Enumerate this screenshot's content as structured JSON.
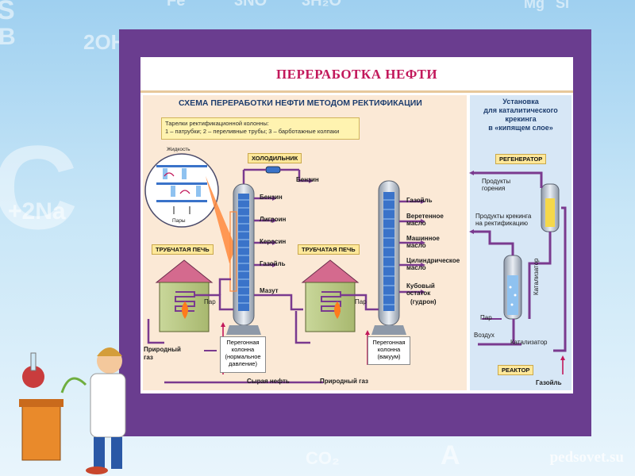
{
  "title": "ПЕРЕРАБОТКА НЕФТИ",
  "subtitle_left": "СХЕМА ПЕРЕРАБОТКИ НЕФТИ МЕТОДОМ РЕКТИФИКАЦИИ",
  "subtitle_right": [
    "Установка",
    "для каталитического",
    "крекинга",
    "в «кипящем слое»"
  ],
  "trays_legend": [
    "Тарелки ректификационной колонны:",
    "1 – патрубки; 2 – переливные трубы; 3 – барботажные колпаки"
  ],
  "trays_labels": {
    "liquid": "Жидкость",
    "vapors": "Пары"
  },
  "condenser_label": "ХОЛОДИЛЬНИК",
  "furnace_label_1": "ТРУБЧАТАЯ ПЕЧЬ",
  "furnace_label_2": "ТРУБЧАТАЯ ПЕЧЬ",
  "column1_outputs": [
    "Бензин",
    "Лигроин",
    "Керосин",
    "Газойль",
    "Мазут"
  ],
  "column2_outputs": [
    "Газойль",
    "Веретенное масло",
    "Машинное масло",
    "Цилиндрическое масло",
    "Кубовый остаток",
    "(гудрон)"
  ],
  "steam_label_1": "Пар",
  "steam_label_2": "Пар",
  "column1_caption": [
    "Перегонная",
    "колонна",
    "(нормальное",
    "давление)"
  ],
  "column2_caption": [
    "Перегонная",
    "колонна",
    "(вакуум)"
  ],
  "natural_gas_1": "Природный газ",
  "natural_gas_2": "Природный газ",
  "crude_oil": "Сырая нефть",
  "regenerator_label": "РЕГЕНЕРАТОР",
  "reactor_label": "РЕАКТОР",
  "combustion_products": "Продукты горения",
  "cracking_products": "Продукты крекинга на ректификацию",
  "catalyst_1": "Катализатор",
  "catalyst_2": "Катализатор",
  "steam_right": "Пар",
  "air": "Воздух",
  "gasoil_right": "Газойль",
  "background_formulas": [
    "S",
    "Fe",
    "3NO",
    "3H₂O",
    "Mg",
    "Si",
    "2OH",
    "C",
    "+2Na",
    "B",
    "CO₂",
    "A"
  ],
  "watermark": "pedsovet.su",
  "colors": {
    "frame": "#6a3d8f",
    "pipe": "#7a3a8f",
    "column": "#3a73c9",
    "title": "#c2185b"
  }
}
